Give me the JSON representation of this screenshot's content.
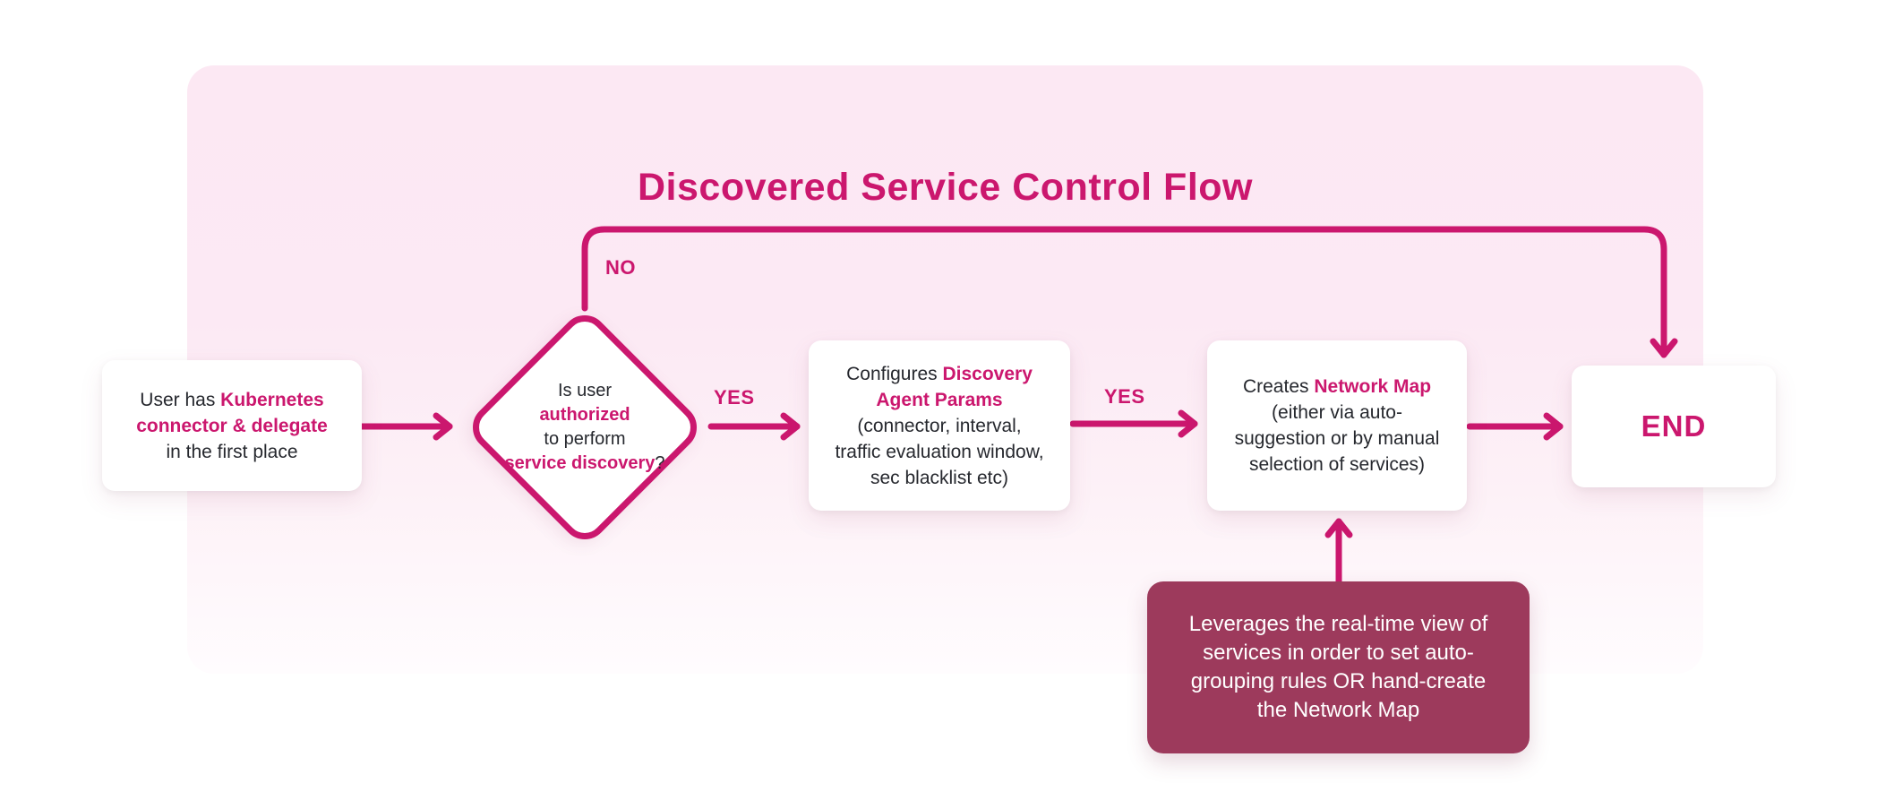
{
  "title": "Discovered Service Control Flow",
  "colors": {
    "accent": "#cb176e",
    "note_bg": "#9d3a5c",
    "text_dark": "#26282e",
    "panel_pink": "#fce8f3",
    "node_bg": "#ffffff",
    "page_bg": "#ffffff"
  },
  "labels": {
    "no": "NO",
    "yes1": "YES",
    "yes2": "YES"
  },
  "nodes": {
    "start": {
      "lines": [
        [
          {
            "t": "User has "
          },
          {
            "t": "Kubernetes",
            "hl": true
          }
        ],
        [
          {
            "t": "connector & delegate",
            "hl": true
          }
        ],
        [
          {
            "t": "in the first place"
          }
        ]
      ]
    },
    "decision": {
      "lines": [
        [
          {
            "t": "Is user"
          }
        ],
        [
          {
            "t": "authorized",
            "hl": true
          }
        ],
        [
          {
            "t": "to perform"
          }
        ],
        [
          {
            "t": "service discovery",
            "hl": true
          },
          {
            "t": "?"
          }
        ]
      ]
    },
    "configure": {
      "lines": [
        [
          {
            "t": "Configures "
          },
          {
            "t": "Discovery",
            "hl": true
          }
        ],
        [
          {
            "t": "Agent Params",
            "hl": true
          }
        ],
        [
          {
            "t": "(connector, interval,"
          }
        ],
        [
          {
            "t": "traffic evaluation window,"
          }
        ],
        [
          {
            "t": "sec blacklist etc)"
          }
        ]
      ]
    },
    "create": {
      "lines": [
        [
          {
            "t": "Creates "
          },
          {
            "t": "Network Map",
            "hl": true
          }
        ],
        [
          {
            "t": "(either via auto-"
          }
        ],
        [
          {
            "t": "suggestion or by manual"
          }
        ],
        [
          {
            "t": "selection of services)"
          }
        ]
      ]
    },
    "end": {
      "label": "END"
    },
    "note": {
      "lines": [
        [
          {
            "t": "Leverages the real-time view of"
          }
        ],
        [
          {
            "t": "services in order to set auto-"
          }
        ],
        [
          {
            "t": "grouping rules OR hand-create"
          }
        ],
        [
          {
            "t": "the Network Map"
          }
        ]
      ]
    }
  }
}
